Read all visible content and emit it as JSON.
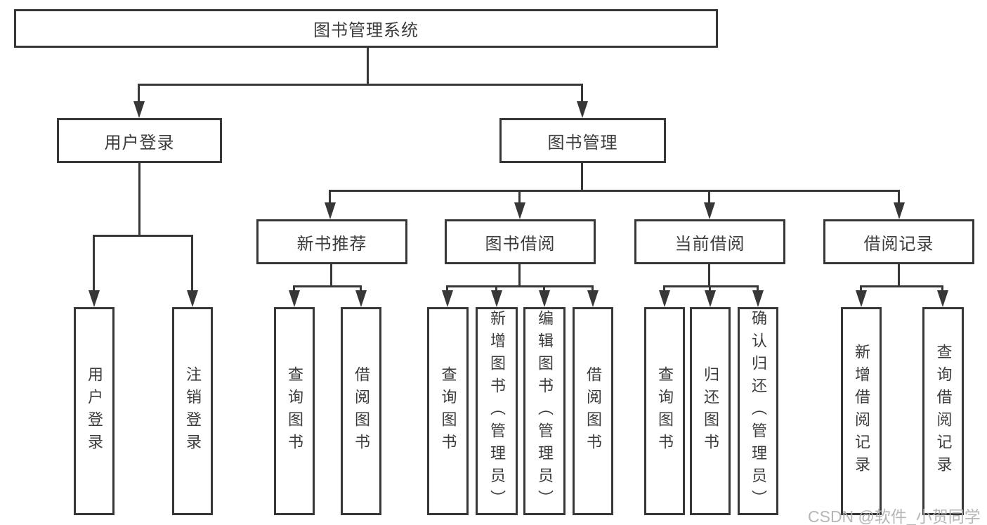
{
  "root": {
    "label": "图书管理系统"
  },
  "level1": [
    {
      "label": "用户登录"
    },
    {
      "label": "图书管理"
    }
  ],
  "level2": [
    {
      "label": "新书推荐"
    },
    {
      "label": "图书借阅"
    },
    {
      "label": "当前借阅"
    },
    {
      "label": "借阅记录"
    }
  ],
  "leaves": {
    "user_login": [
      {
        "label": "用户登录"
      },
      {
        "label": "注销登录"
      }
    ],
    "new_book_recommend": [
      {
        "label": "查询图书"
      },
      {
        "label": "借阅图书"
      }
    ],
    "book_borrow": [
      {
        "label": "查询图书"
      },
      {
        "label": "新增图书（管理员）"
      },
      {
        "label": "编辑图书（管理员）"
      },
      {
        "label": "借阅图书"
      }
    ],
    "current_borrow": [
      {
        "label": "查询图书"
      },
      {
        "label": "归还图书"
      },
      {
        "label": "确认归还（管理员）"
      }
    ],
    "borrow_records": [
      {
        "label": "新增借阅记录"
      },
      {
        "label": "查询借阅记录"
      }
    ]
  },
  "watermark": {
    "text": "CSDN @软件_小贺同学"
  },
  "colors": {
    "line": "#373737",
    "text": "#3c3c3c",
    "box_fill": "#ffffff",
    "background": "#ffffff",
    "watermark": "#b2b2b2"
  }
}
